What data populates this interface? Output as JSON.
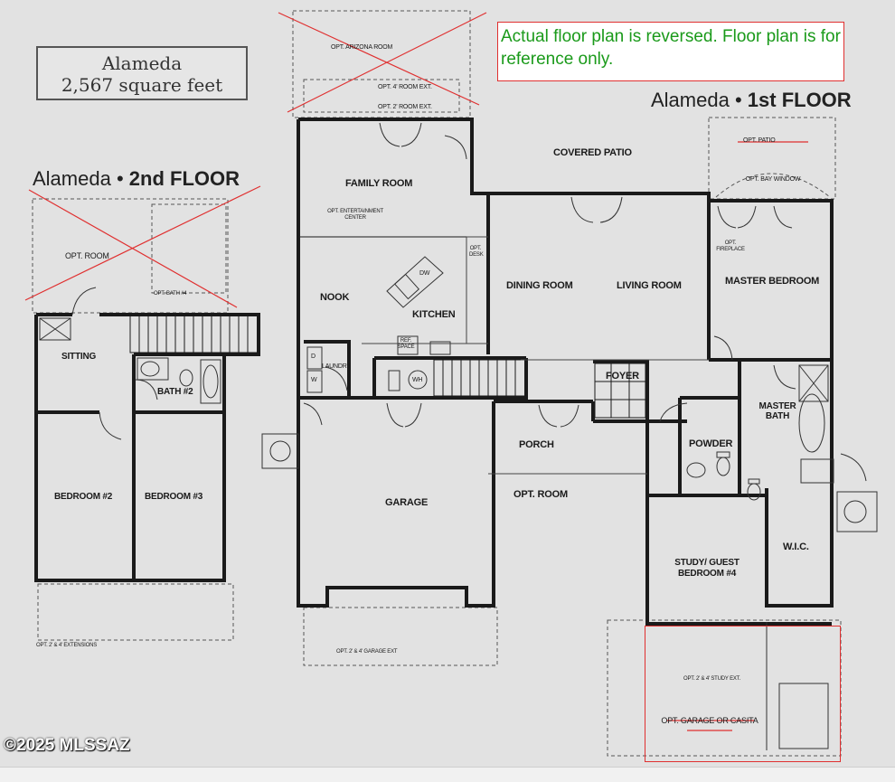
{
  "title_box": {
    "name": "Alameda",
    "area": "2,567 square feet"
  },
  "notice": "Actual floor plan is reversed.  Floor plan is for reference only.",
  "watermark": "©2025 MLSSAZ",
  "first_floor": {
    "title_name": "Alameda",
    "title_level": "1st FLOOR",
    "rooms": {
      "opt_arizona_room": "OPT. ARIZONA ROOM",
      "opt_4_room_ext": "OPT. 4' ROOM EXT.",
      "opt_2_room_ext": "OPT. 2' ROOM EXT.",
      "covered_patio": "COVERED PATIO",
      "opt_patio": "OPT. PATIO",
      "opt_bay_window": "OPT. BAY WINDOW",
      "family_room": "FAMILY ROOM",
      "opt_entertainment_center": "OPT. ENTERTAINMENT CENTER",
      "nook": "NOOK",
      "kitchen": "KITCHEN",
      "dw": "DW",
      "opt_desk": "OPT. DESK",
      "ref_space": "REF. SPACE",
      "laundry": "LAUNDRY",
      "wh": "WH",
      "dryer": "D",
      "washer": "W",
      "dining_room": "DINING ROOM",
      "living_room": "LIVING ROOM",
      "opt_fireplace": "OPT. FIREPLACE",
      "master_bedroom": "MASTER BEDROOM",
      "foyer": "FOYER",
      "master_bath": "MASTER BATH",
      "powder": "POWDER",
      "porch": "PORCH",
      "opt_room": "OPT. ROOM",
      "garage": "GARAGE",
      "wic": "W.I.C.",
      "study": "STUDY/ GUEST BEDROOM #4",
      "opt_garage_ext": "OPT. 2' & 4' GARAGE EXT",
      "opt_study_ext": "OPT. 2' & 4' STUDY EXT.",
      "opt_garage_or_casita": "OPT. GARAGE OR CASITA"
    }
  },
  "second_floor": {
    "title_name": "Alameda",
    "title_level": "2nd FLOOR",
    "rooms": {
      "opt_room": "OPT. ROOM",
      "opt_bath_4": "OPT. BATH #4",
      "sitting": "SITTING",
      "bath_2": "BATH #2",
      "bedroom_2": "BEDROOM #2",
      "bedroom_3": "BEDROOM #3",
      "opt_extensions": "OPT. 2' & 4' EXTENSIONS"
    }
  },
  "colors": {
    "wall": "#1a1a1a",
    "paper": "#e2e2e2",
    "strike": "#e03030",
    "notice_text": "#1a9a1a"
  }
}
